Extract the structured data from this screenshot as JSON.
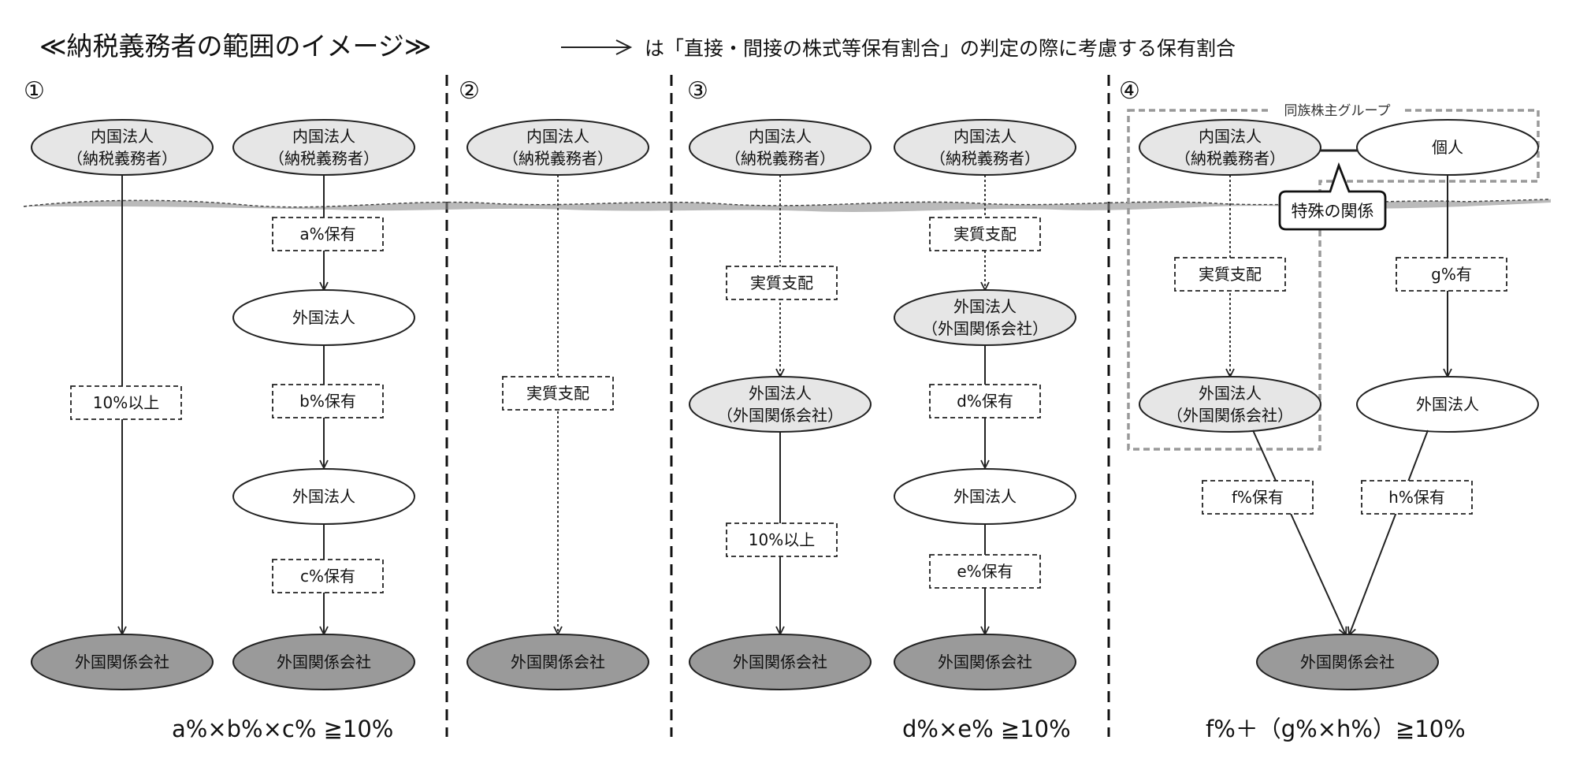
{
  "title": "≪納税義務者の範囲のイメージ≫",
  "legend": "は「直接・間接の株式等保有割合」の判定の際に考慮する保有割合",
  "panels": {
    "p1": {
      "number": "①",
      "formula": "a%×b%×c% ≧10%",
      "chainA": {
        "top": [
          "内国法人",
          "（納税義務者）"
        ],
        "label": "10%以上",
        "bottom": "外国関係会社"
      },
      "chainB": {
        "top": [
          "内国法人",
          "（納税義務者）"
        ],
        "label1": "a%保有",
        "mid1": "外国法人",
        "label2": "b%保有",
        "mid2": "外国法人",
        "label3": "c%保有",
        "bottom": "外国関係会社"
      }
    },
    "p2": {
      "number": "②",
      "top": [
        "内国法人",
        "（納税義務者）"
      ],
      "label": "実質支配",
      "bottom": "外国関係会社"
    },
    "p3": {
      "number": "③",
      "formula": "d%×e% ≧10%",
      "chainA": {
        "top": [
          "内国法人",
          "（納税義務者）"
        ],
        "label1": "実質支配",
        "mid": [
          "外国法人",
          "（外国関係会社）"
        ],
        "label2": "10%以上",
        "bottom": "外国関係会社"
      },
      "chainB": {
        "top": [
          "内国法人",
          "（納税義務者）"
        ],
        "label1": "実質支配",
        "mid1": [
          "外国法人",
          "（外国関係会社）"
        ],
        "label2": "d%保有",
        "mid2": "外国法人",
        "label3": "e%保有",
        "bottom": "外国関係会社"
      }
    },
    "p4": {
      "number": "④",
      "formula": "f%＋（g%×h%）≧10%",
      "group_label": "同族株主グループ",
      "special_relation": "特殊の関係",
      "corp": [
        "内国法人",
        "（納税義務者）"
      ],
      "individual": "個人",
      "label_control": "実質支配",
      "label_g": "g%有",
      "foreign_related": [
        "外国法人",
        "（外国関係会社）"
      ],
      "foreign": "外国法人",
      "label_f": "f%保有",
      "label_h": "h%保有",
      "bottom": "外国関係会社"
    }
  },
  "colors": {
    "light_fill": "#e6e6e6",
    "dark_fill": "#9a9a9a",
    "white_fill": "#ffffff",
    "stroke": "#222222",
    "group_border": "#999999",
    "water": "#8c8c8c"
  }
}
